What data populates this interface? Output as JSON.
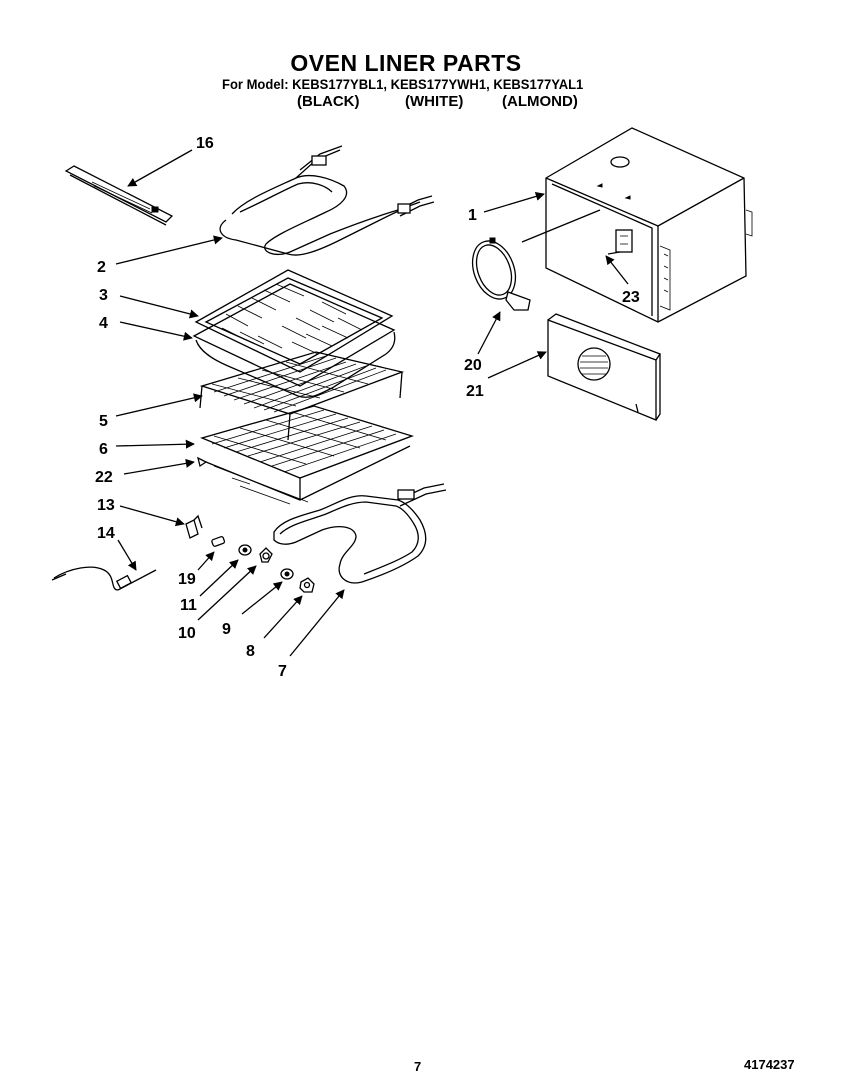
{
  "header": {
    "title": "OVEN LINER PARTS",
    "models_line": "For Model: KEBS177YBL1,  KEBS177YWH1, KEBS177YAL1",
    "colors": [
      "(BLACK)",
      "(WHITE)",
      "(ALMOND)"
    ]
  },
  "callouts": [
    "16",
    "2",
    "3",
    "4",
    "5",
    "6",
    "22",
    "13",
    "14",
    "19",
    "11",
    "10",
    "9",
    "8",
    "7",
    "1",
    "23",
    "20",
    "21"
  ],
  "footer": {
    "page_number": "7",
    "doc_number": "4174237"
  }
}
